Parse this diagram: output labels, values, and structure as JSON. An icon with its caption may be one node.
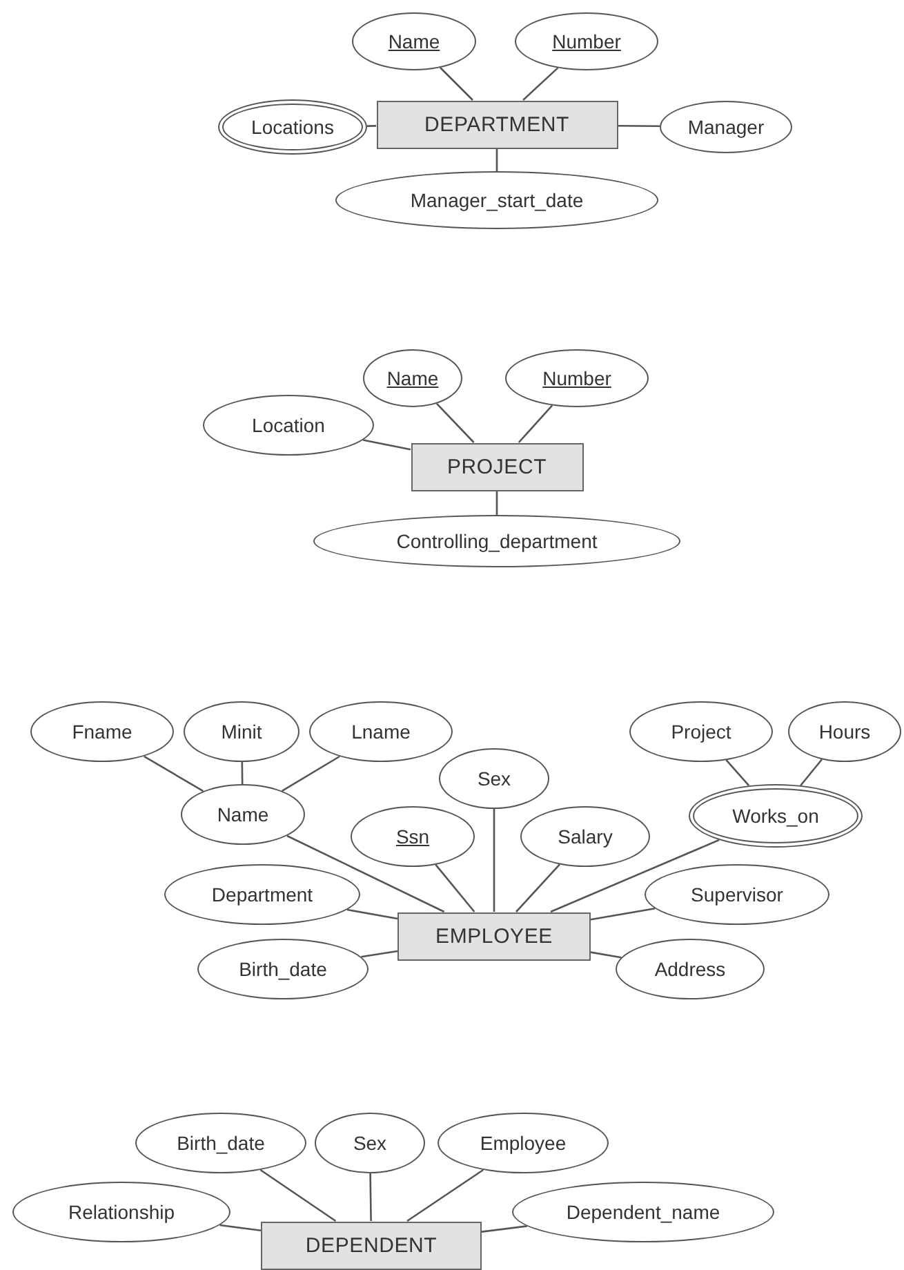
{
  "diagram": {
    "nodes": [
      {
        "text": [
          "DEPARTMENT"
        ]
      },
      {
        "text": [
          "Name"
        ]
      },
      {
        "text": [
          "Number"
        ]
      },
      {
        "text": [
          "Locations"
        ]
      },
      {
        "text": [
          "Manager"
        ]
      },
      {
        "text": [
          "Manager_start_date"
        ]
      },
      {
        "text": [
          "PROJECT"
        ]
      },
      {
        "text": [
          "Name"
        ]
      },
      {
        "text": [
          "Number"
        ]
      },
      {
        "text": [
          "Location"
        ]
      },
      {
        "text": [
          "Controlling_department"
        ]
      },
      {
        "text": [
          "EMPLOYEE"
        ]
      },
      {
        "text": [
          "Fname"
        ]
      },
      {
        "text": [
          "Minit"
        ]
      },
      {
        "text": [
          "Lname"
        ]
      },
      {
        "text": [
          "Project"
        ]
      },
      {
        "text": [
          "Hours"
        ]
      },
      {
        "text": [
          "Sex"
        ]
      },
      {
        "text": [
          "Name"
        ]
      },
      {
        "text": [
          "Works_on"
        ]
      },
      {
        "text": [
          "Ssn"
        ]
      },
      {
        "text": [
          "Salary"
        ]
      },
      {
        "text": [
          "Department"
        ]
      },
      {
        "text": [
          "Supervisor"
        ]
      },
      {
        "text": [
          "Birth_date"
        ]
      },
      {
        "text": [
          "Address"
        ]
      },
      {
        "text": [
          "DEPENDENT"
        ]
      },
      {
        "text": [
          "Birth_date"
        ]
      },
      {
        "text": [
          "Sex"
        ]
      },
      {
        "text": [
          "Employee"
        ]
      },
      {
        "text": [
          "Relationship"
        ]
      },
      {
        "text": [
          "Dependent_name"
        ]
      }
    ],
    "edges": [
      {
        "from": 0,
        "to": 1,
        "arrow": "none"
      },
      {
        "from": 0,
        "to": 2,
        "arrow": "none"
      },
      {
        "from": 0,
        "to": 3,
        "arrow": "none"
      },
      {
        "from": 0,
        "to": 4,
        "arrow": "none"
      },
      {
        "from": 0,
        "to": 5,
        "arrow": "none"
      },
      {
        "from": 6,
        "to": 7,
        "arrow": "none"
      },
      {
        "from": 6,
        "to": 8,
        "arrow": "none"
      },
      {
        "from": 6,
        "to": 9,
        "arrow": "none"
      },
      {
        "from": 6,
        "to": 10,
        "arrow": "none"
      },
      {
        "from": 18,
        "to": 12,
        "arrow": "none"
      },
      {
        "from": 18,
        "to": 13,
        "arrow": "none"
      },
      {
        "from": 18,
        "to": 14,
        "arrow": "none"
      },
      {
        "from": 19,
        "to": 15,
        "arrow": "none"
      },
      {
        "from": 19,
        "to": 16,
        "arrow": "none"
      },
      {
        "from": 11,
        "to": 17,
        "arrow": "none"
      },
      {
        "from": 11,
        "to": 18,
        "arrow": "none"
      },
      {
        "from": 11,
        "to": 19,
        "arrow": "none"
      },
      {
        "from": 11,
        "to": 20,
        "arrow": "none"
      },
      {
        "from": 11,
        "to": 21,
        "arrow": "none"
      },
      {
        "from": 11,
        "to": 22,
        "arrow": "none"
      },
      {
        "from": 11,
        "to": 23,
        "arrow": "none"
      },
      {
        "from": 11,
        "to": 24,
        "arrow": "none"
      },
      {
        "from": 11,
        "to": 25,
        "arrow": "none"
      },
      {
        "from": 26,
        "to": 27,
        "arrow": "none"
      },
      {
        "from": 26,
        "to": 28,
        "arrow": "none"
      },
      {
        "from": 26,
        "to": 29,
        "arrow": "none"
      },
      {
        "from": 26,
        "to": 30,
        "arrow": "none"
      },
      {
        "from": 26,
        "to": 31,
        "arrow": "none"
      }
    ]
  }
}
